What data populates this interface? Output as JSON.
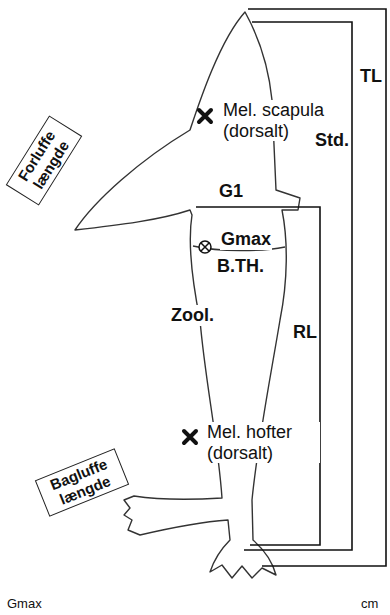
{
  "diagram": {
    "nodes": [
      {
        "text": [
          "Forluffe længde"
        ]
      },
      {
        "text": [
          "Bagluffe længde"
        ]
      }
    ],
    "labels": [
      "Mel. scapula (dorsalt)",
      "G1",
      "Gmax",
      "B.TH.",
      "Zool.",
      "RL",
      "Std.",
      "TL",
      "Mel. hofter (dorsalt)",
      "Gmax",
      "cm"
    ]
  }
}
